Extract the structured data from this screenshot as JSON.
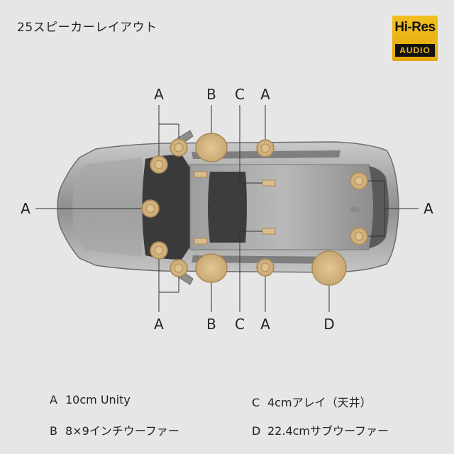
{
  "title": "25スピーカーレイアウト",
  "badge": {
    "top": "Hi-Res",
    "bottom": "AUDIO"
  },
  "labels": {
    "top": [
      "A",
      "B",
      "C",
      "A"
    ],
    "bottom": [
      "A",
      "B",
      "C",
      "A",
      "D"
    ],
    "left": "A",
    "right": "A"
  },
  "legend": [
    {
      "letter": "A",
      "text": "10cm Unity"
    },
    {
      "letter": "B",
      "text": "8×9インチウーファー"
    },
    {
      "letter": "C",
      "text": "4cmアレイ（天井）"
    },
    {
      "letter": "D",
      "text": "22.4cmサブウーファー"
    }
  ],
  "colors": {
    "speaker": "#d9bc8c",
    "speaker_ring": "#a9895a",
    "line": "#333333",
    "car_body": "#9a9a9a",
    "roof": "#7a7a7a",
    "glass": "#3e3e3e"
  }
}
